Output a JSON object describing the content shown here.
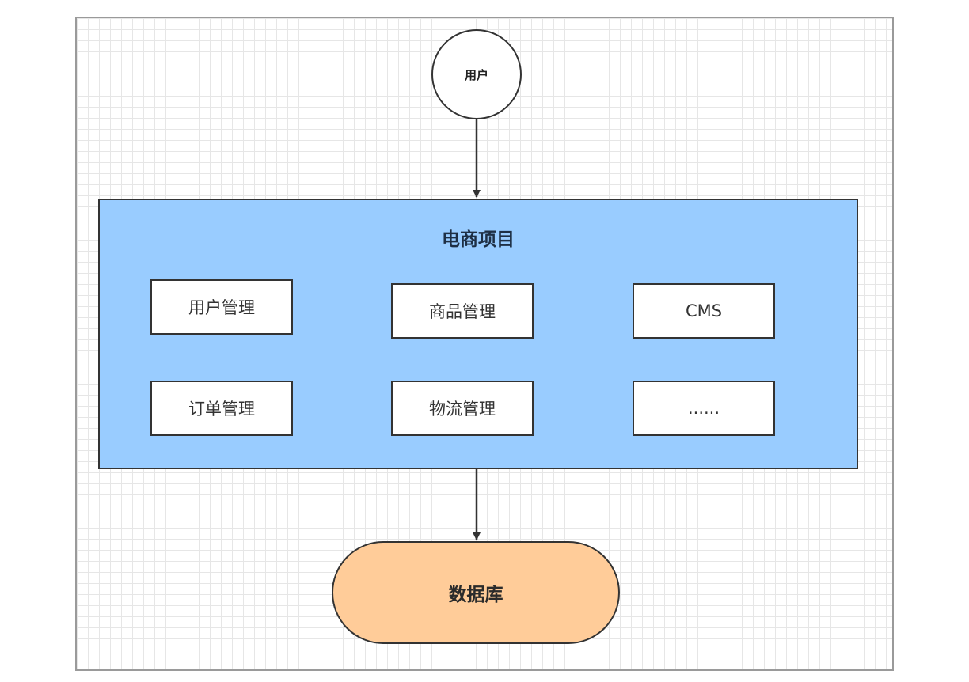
{
  "diagram": {
    "user_node": "用户",
    "project": {
      "title": "电商项目",
      "modules": [
        "用户管理",
        "商品管理",
        "CMS",
        "订单管理",
        "物流管理",
        "......"
      ]
    },
    "database_node": "数据库"
  },
  "colors": {
    "project_fill": "#99ccff",
    "database_fill": "#ffcc99",
    "stroke": "#333333",
    "grid": "#e6e6e6"
  }
}
